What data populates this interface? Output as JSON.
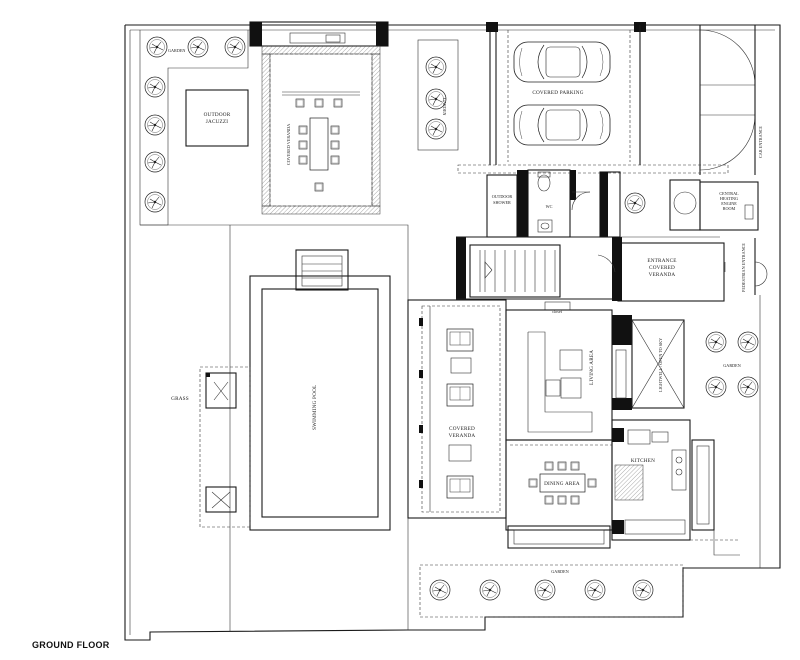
{
  "floor_title": "GROUND FLOOR",
  "rooms": {
    "garden_top_left": "GARDEN",
    "outdoor_jacuzzi_line1": "OUTDOOR",
    "outdoor_jacuzzi_line2": "JACUZZI",
    "covered_veranda_top": "COVERED VERANDA",
    "garden_top_mid": "GARDEN",
    "covered_parking": "COVERED PARKING",
    "car_entrance": "CAR ENTRANCE",
    "outdoor_shower_line1": "OUTDOOR",
    "outdoor_shower_line2": "SHOWER",
    "wc": "WC",
    "central_heating_line1": "CENTRAL",
    "central_heating_line2": "HEATING",
    "central_heating_line3": "ENGINE",
    "central_heating_line4": "ROOM",
    "entrance_veranda_line1": "ENTRANCE",
    "entrance_veranda_line2": "COVERED",
    "entrance_veranda_line3": "VERANDA",
    "pedestrian_entrance": "PEDESTRIAN ENTRANCE",
    "closet": "closet",
    "grass": "GRASS",
    "swimming_pool": "SWIMMING POOL",
    "living_area": "LIVING AREA",
    "covered_veranda_main_line1": "COVERED",
    "covered_veranda_main_line2": "VERANDA",
    "garden_right": "GARDEN",
    "dining_area": "DINING AREA",
    "kitchen": "KITCHEN",
    "garden_bottom": "GARDEN",
    "void_label": "LIGHTWELL / OPEN TO SKY"
  }
}
